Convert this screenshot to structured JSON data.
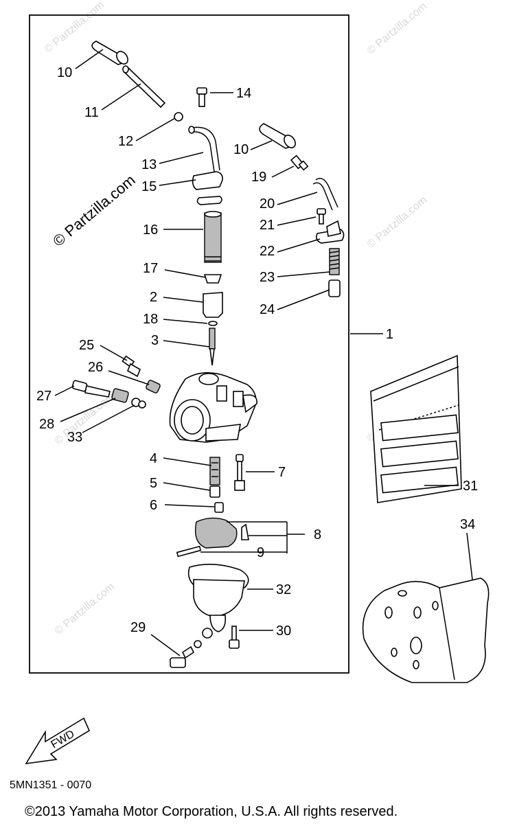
{
  "watermarks": {
    "main": "© Partzilla.com",
    "small": "© Partzilla.com"
  },
  "callouts": [
    {
      "id": "10a",
      "label": "10"
    },
    {
      "id": "11",
      "label": "11"
    },
    {
      "id": "12",
      "label": "12"
    },
    {
      "id": "13",
      "label": "13"
    },
    {
      "id": "14",
      "label": "14"
    },
    {
      "id": "15",
      "label": "15"
    },
    {
      "id": "10b",
      "label": "10"
    },
    {
      "id": "19",
      "label": "19"
    },
    {
      "id": "20",
      "label": "20"
    },
    {
      "id": "21",
      "label": "21"
    },
    {
      "id": "16",
      "label": "16"
    },
    {
      "id": "22",
      "label": "22"
    },
    {
      "id": "17",
      "label": "17"
    },
    {
      "id": "23",
      "label": "23"
    },
    {
      "id": "2",
      "label": "2"
    },
    {
      "id": "24",
      "label": "24"
    },
    {
      "id": "18",
      "label": "18"
    },
    {
      "id": "1",
      "label": "1"
    },
    {
      "id": "3",
      "label": "3"
    },
    {
      "id": "25",
      "label": "25"
    },
    {
      "id": "26",
      "label": "26"
    },
    {
      "id": "27",
      "label": "27"
    },
    {
      "id": "28",
      "label": "28"
    },
    {
      "id": "33",
      "label": "33"
    },
    {
      "id": "31",
      "label": "31"
    },
    {
      "id": "4",
      "label": "4"
    },
    {
      "id": "7",
      "label": "7"
    },
    {
      "id": "5",
      "label": "5"
    },
    {
      "id": "6",
      "label": "6"
    },
    {
      "id": "34",
      "label": "34"
    },
    {
      "id": "8",
      "label": "8"
    },
    {
      "id": "9",
      "label": "9"
    },
    {
      "id": "32",
      "label": "32"
    },
    {
      "id": "29",
      "label": "29"
    },
    {
      "id": "30",
      "label": "30"
    }
  ],
  "fwd_label": "FWD",
  "diagram_code": "5MN1351 - 0070",
  "copyright": "©2013  Yamaha Motor Corporation, U.S.A. All rights reserved."
}
